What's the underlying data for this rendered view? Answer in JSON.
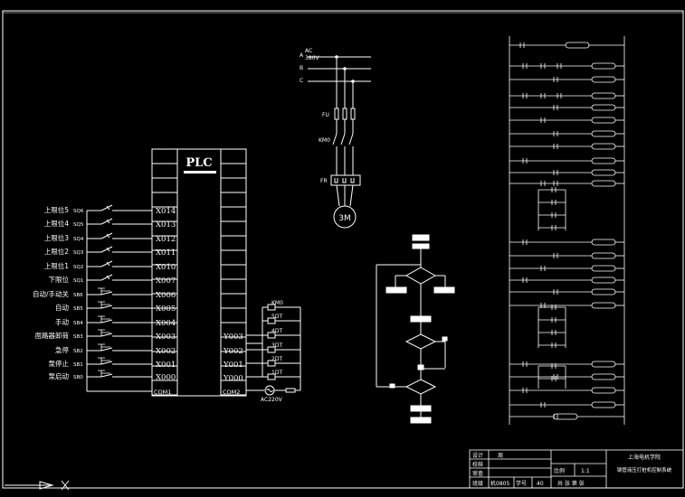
{
  "plc": {
    "title": "PLC",
    "inputs": [
      {
        "label": "上限位5",
        "code": "SQ6",
        "addr": "X014",
        "type": "limit"
      },
      {
        "label": "上限位4",
        "code": "SQ5",
        "addr": "X013",
        "type": "limit"
      },
      {
        "label": "上限位3",
        "code": "SQ4",
        "addr": "X012",
        "type": "limit"
      },
      {
        "label": "上限位2",
        "code": "SQ3",
        "addr": "X011",
        "type": "limit"
      },
      {
        "label": "上限位1",
        "code": "SQ2",
        "addr": "X010",
        "type": "limit"
      },
      {
        "label": "下限位",
        "code": "SQ1",
        "addr": "X007",
        "type": "limit"
      },
      {
        "label": "自动/手动关",
        "code": "SB6",
        "addr": "X006",
        "type": "button"
      },
      {
        "label": "自动",
        "code": "SB5",
        "addr": "X005",
        "type": "button"
      },
      {
        "label": "手动",
        "code": "SB4",
        "addr": "X004",
        "type": "button"
      },
      {
        "label": "凿路器卸荷",
        "code": "SB3",
        "addr": "X003",
        "type": "button"
      },
      {
        "label": "急停",
        "code": "SB2",
        "addr": "X002",
        "type": "button"
      },
      {
        "label": "泵停止",
        "code": "SB1",
        "addr": "X001",
        "type": "button"
      },
      {
        "label": "泵启动",
        "code": "SB0",
        "addr": "X000",
        "type": "button"
      }
    ],
    "com_in": "COM1",
    "outputs": [
      {
        "addr": "Y003",
        "coil": "4DT"
      },
      {
        "addr": "Y002",
        "coil": "3DT"
      },
      {
        "addr": "Y001",
        "coil": "2DT"
      },
      {
        "addr": "Y000",
        "coil": "1DT"
      }
    ],
    "output_top": [
      {
        "coil": "KM0"
      },
      {
        "coil": "5DT"
      }
    ],
    "com_out": "COM2",
    "supply": "AC220V"
  },
  "power": {
    "ac": "AC",
    "voltage": "380V",
    "phases": [
      "A",
      "B",
      "C"
    ],
    "fuse": "FU",
    "contactor": "KM0",
    "relay": "FR",
    "motor": "3M"
  },
  "title_block": {
    "rows": [
      "设计",
      "校核",
      "审查",
      "班级"
    ],
    "designer": "周",
    "class_no": "机0805",
    "num_label": "学号",
    "num_value": "40",
    "scale_label": "比例",
    "scale_value": "1:1",
    "sheet_label": "共 张 第 张",
    "school": "上海电机学院",
    "drawing_title": "钢管液压打桩机控制系统"
  }
}
